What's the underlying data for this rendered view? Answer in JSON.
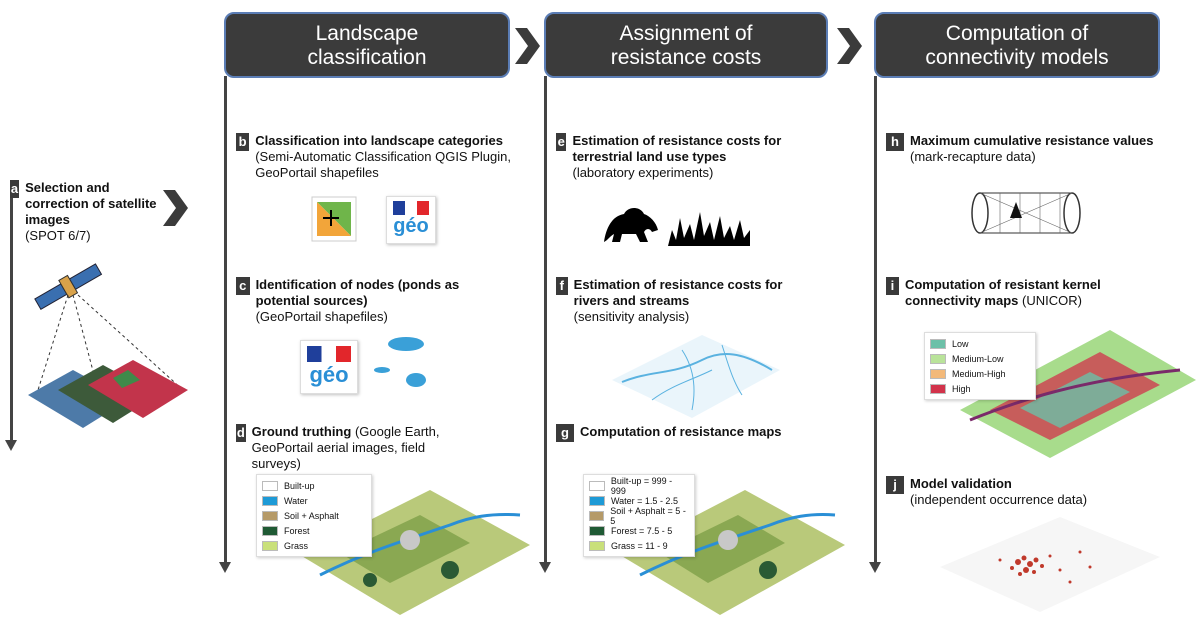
{
  "headers": {
    "landscape": "Landscape classification",
    "resistance": "Assignment of resistance costs",
    "connectivity": "Computation of connectivity models"
  },
  "steps": {
    "a": {
      "letter": "a",
      "title": "Selection and correction of satellite images",
      "detail": "(SPOT 6/7)"
    },
    "b": {
      "letter": "b",
      "title": "Classification into landscape categories",
      "detail": "(Semi-Automatic Classification QGIS Plugin, GeoPortail shapefiles"
    },
    "c": {
      "letter": "c",
      "title": "Identification of nodes (ponds as potential sources)",
      "detail": "(GeoPortail shapefiles)"
    },
    "d": {
      "letter": "d",
      "title": "Ground truthing",
      "detail": "(Google Earth, GeoPortail aerial images, field surveys)"
    },
    "e": {
      "letter": "e",
      "title": "Estimation of resistance costs for terrestrial land use types",
      "detail": "(laboratory experiments)"
    },
    "f": {
      "letter": "f",
      "title": "Estimation of resistance costs for rivers and streams",
      "detail": "(sensitivity analysis)"
    },
    "g": {
      "letter": "g",
      "title": "Computation of resistance maps",
      "detail": ""
    },
    "h": {
      "letter": "h",
      "title": "Maximum cumulative resistance values",
      "detail": "(mark-recapture data)"
    },
    "i": {
      "letter": "i",
      "title": "Computation of resistant kernel connectivity maps",
      "detail": "(UNICOR)"
    },
    "j": {
      "letter": "j",
      "title": "Model validation",
      "detail": "(independent occurrence data)"
    }
  },
  "logo_text": "géo",
  "legend_d": [
    {
      "label": "Built-up",
      "color": "#ffffff"
    },
    {
      "label": "Water",
      "color": "#1e9ad6"
    },
    {
      "label": "Soil + Asphalt",
      "color": "#b59a68"
    },
    {
      "label": "Forest",
      "color": "#1f5a34"
    },
    {
      "label": "Grass",
      "color": "#c9e07a"
    }
  ],
  "legend_g": [
    {
      "label": "Built-up = 999 - 999",
      "color": "#ffffff"
    },
    {
      "label": "Water = 1.5 - 2.5",
      "color": "#1e9ad6"
    },
    {
      "label": "Soil + Asphalt = 5 - 5",
      "color": "#b59a68"
    },
    {
      "label": "Forest = 7.5 - 5",
      "color": "#1f5a34"
    },
    {
      "label": "Grass = 11 - 9",
      "color": "#c9e07a"
    }
  ],
  "legend_i": [
    {
      "label": "Low",
      "color": "#6cc0a8"
    },
    {
      "label": "Medium-Low",
      "color": "#b9e39a"
    },
    {
      "label": "Medium-High",
      "color": "#f3b97a"
    },
    {
      "label": "High",
      "color": "#d2334b"
    }
  ]
}
